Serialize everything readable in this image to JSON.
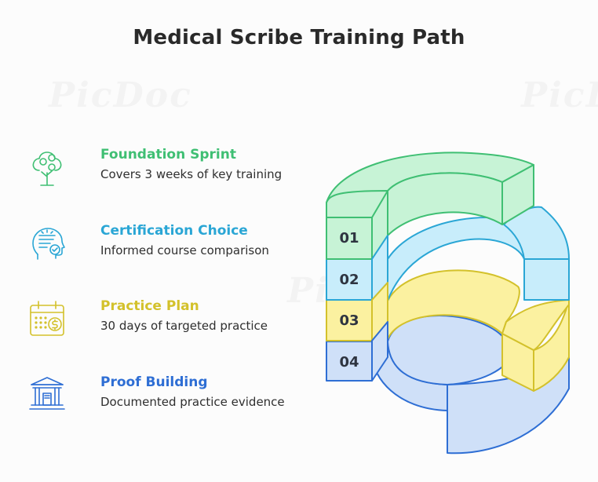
{
  "title": "Medical Scribe Training Path",
  "watermark": "PicDoc",
  "colors": {
    "green": "#3fbf73",
    "blue": "#2aa6d5",
    "yellow": "#d3c12b",
    "navy": "#2e6ed4"
  },
  "steps": [
    {
      "number": "01",
      "heading": "Foundation Sprint",
      "description": "Covers 3 weeks of key training",
      "icon": "money-tree-icon"
    },
    {
      "number": "02",
      "heading": "Certification Choice",
      "description": "Informed course comparison",
      "icon": "head-checklist-icon"
    },
    {
      "number": "03",
      "heading": "Practice Plan",
      "description": "30 days of targeted practice",
      "icon": "calendar-dollar-icon"
    },
    {
      "number": "04",
      "heading": "Proof Building",
      "description": "Documented practice evidence",
      "icon": "institution-building-icon"
    }
  ]
}
